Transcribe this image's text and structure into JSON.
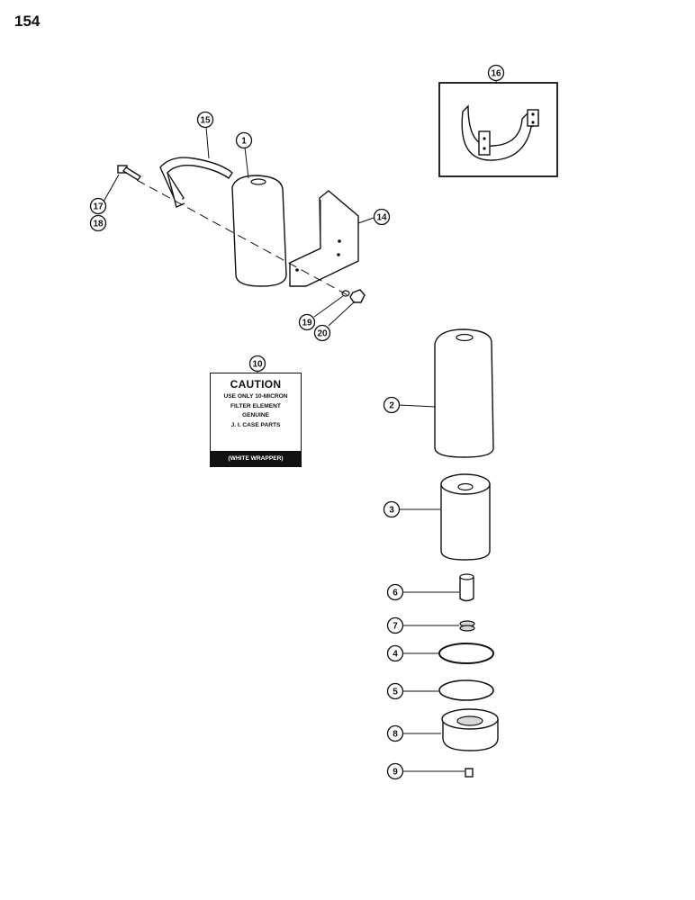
{
  "page": {
    "number": "154"
  },
  "callouts": {
    "c1": "1",
    "c2": "2",
    "c3": "3",
    "c4": "4",
    "c5": "5",
    "c6": "6",
    "c7": "7",
    "c8": "8",
    "c9": "9",
    "c10": "10",
    "c14": "14",
    "c15": "15",
    "c16": "16",
    "c17": "17",
    "c18": "18",
    "c19": "19",
    "c20": "20"
  },
  "caution_label": {
    "title": "CAUTION",
    "lines": [
      "USE ONLY 10-MICRON",
      "FILTER ELEMENT",
      "GENUINE",
      "J. I. CASE PARTS"
    ],
    "footer": "(WHITE WRAPPER)"
  }
}
